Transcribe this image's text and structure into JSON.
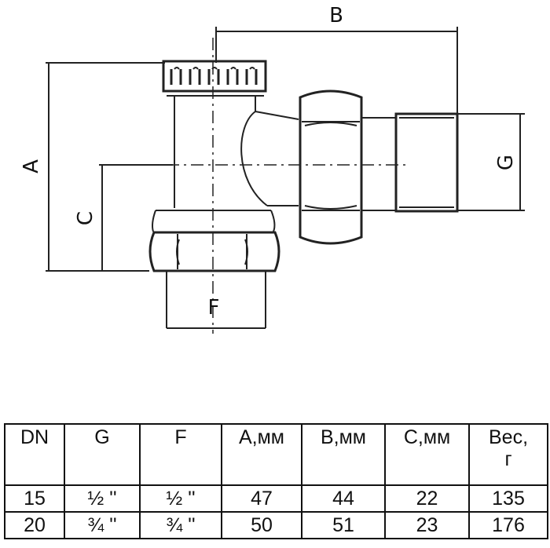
{
  "drawing": {
    "labels": {
      "a": "A",
      "b": "B",
      "c": "C",
      "g": "G",
      "f": "F"
    }
  },
  "table": {
    "headers": [
      "DN",
      "G",
      "F",
      "A,мм",
      "B,мм",
      "C,мм",
      "Вес, г"
    ],
    "rows": [
      [
        "15",
        "½ ''",
        "½ ''",
        "47",
        "44",
        "22",
        "135"
      ],
      [
        "20",
        "¾ ''",
        "¾ ''",
        "50",
        "51",
        "23",
        "176"
      ]
    ]
  }
}
